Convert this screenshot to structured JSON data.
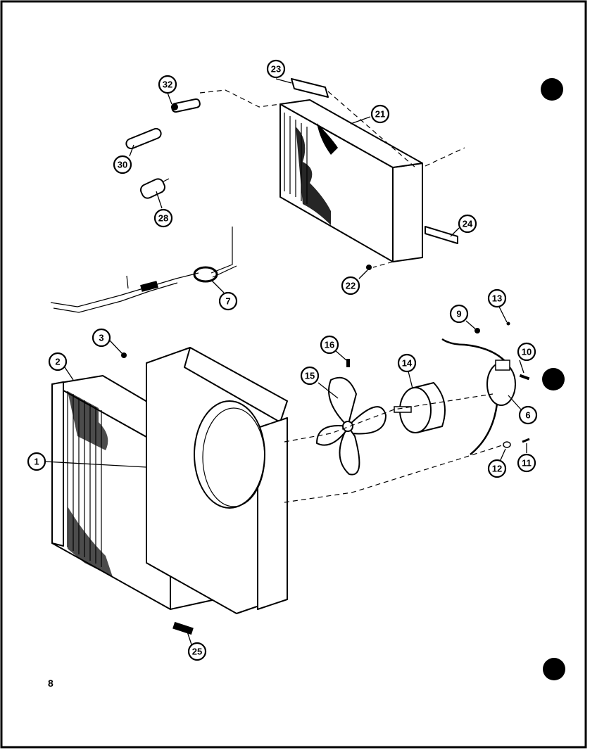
{
  "page": {
    "page_number": "8"
  },
  "callouts": [
    {
      "id": "c1",
      "label": "1"
    },
    {
      "id": "c2",
      "label": "2"
    },
    {
      "id": "c3",
      "label": "3"
    },
    {
      "id": "c6",
      "label": "6"
    },
    {
      "id": "c7",
      "label": "7"
    },
    {
      "id": "c9",
      "label": "9"
    },
    {
      "id": "c10",
      "label": "10"
    },
    {
      "id": "c11",
      "label": "11"
    },
    {
      "id": "c12",
      "label": "12"
    },
    {
      "id": "c13",
      "label": "13"
    },
    {
      "id": "c14",
      "label": "14"
    },
    {
      "id": "c15",
      "label": "15"
    },
    {
      "id": "c16",
      "label": "16"
    },
    {
      "id": "c21",
      "label": "21"
    },
    {
      "id": "c22",
      "label": "22"
    },
    {
      "id": "c23",
      "label": "23"
    },
    {
      "id": "c24",
      "label": "24"
    },
    {
      "id": "c25",
      "label": "25"
    },
    {
      "id": "c28",
      "label": "28"
    },
    {
      "id": "c30",
      "label": "30"
    },
    {
      "id": "c32",
      "label": "32"
    }
  ],
  "colors": {
    "ink": "#000000",
    "paper": "#ffffff"
  }
}
